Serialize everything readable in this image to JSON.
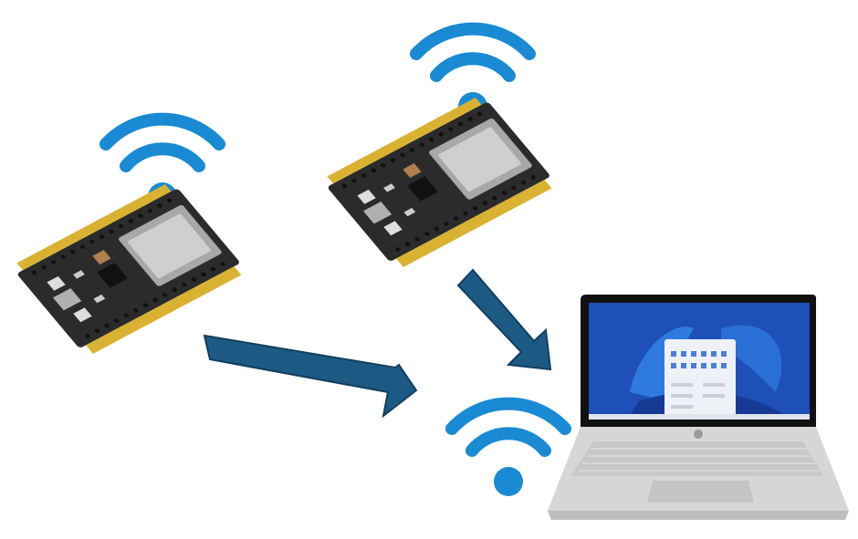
{
  "colors": {
    "wifi": "#1a8ad4",
    "arrow": "#1d5a83",
    "arrow_edge": "#123f5e",
    "board": "#2b2b2b",
    "module": "#b9b9bb",
    "pins": "#d9b232",
    "laptop_body": "#d6d6d6",
    "screen_bg": "#1f4fb8"
  },
  "nodes": [
    {
      "id": "esp32-board-left",
      "type": "microcontroller-board",
      "icon": "esp32-board"
    },
    {
      "id": "esp32-board-top",
      "type": "microcontroller-board",
      "icon": "esp32-board"
    },
    {
      "id": "laptop",
      "type": "computer",
      "icon": "laptop"
    }
  ],
  "wireless": [
    {
      "id": "wifi-left-board",
      "icon": "wifi-icon"
    },
    {
      "id": "wifi-top-board",
      "icon": "wifi-icon"
    },
    {
      "id": "wifi-laptop",
      "icon": "wifi-icon"
    }
  ],
  "edges": [
    {
      "from": "esp32-board-left",
      "to": "laptop",
      "icon": "arrow"
    },
    {
      "from": "esp32-board-top",
      "to": "laptop",
      "icon": "arrow"
    }
  ]
}
